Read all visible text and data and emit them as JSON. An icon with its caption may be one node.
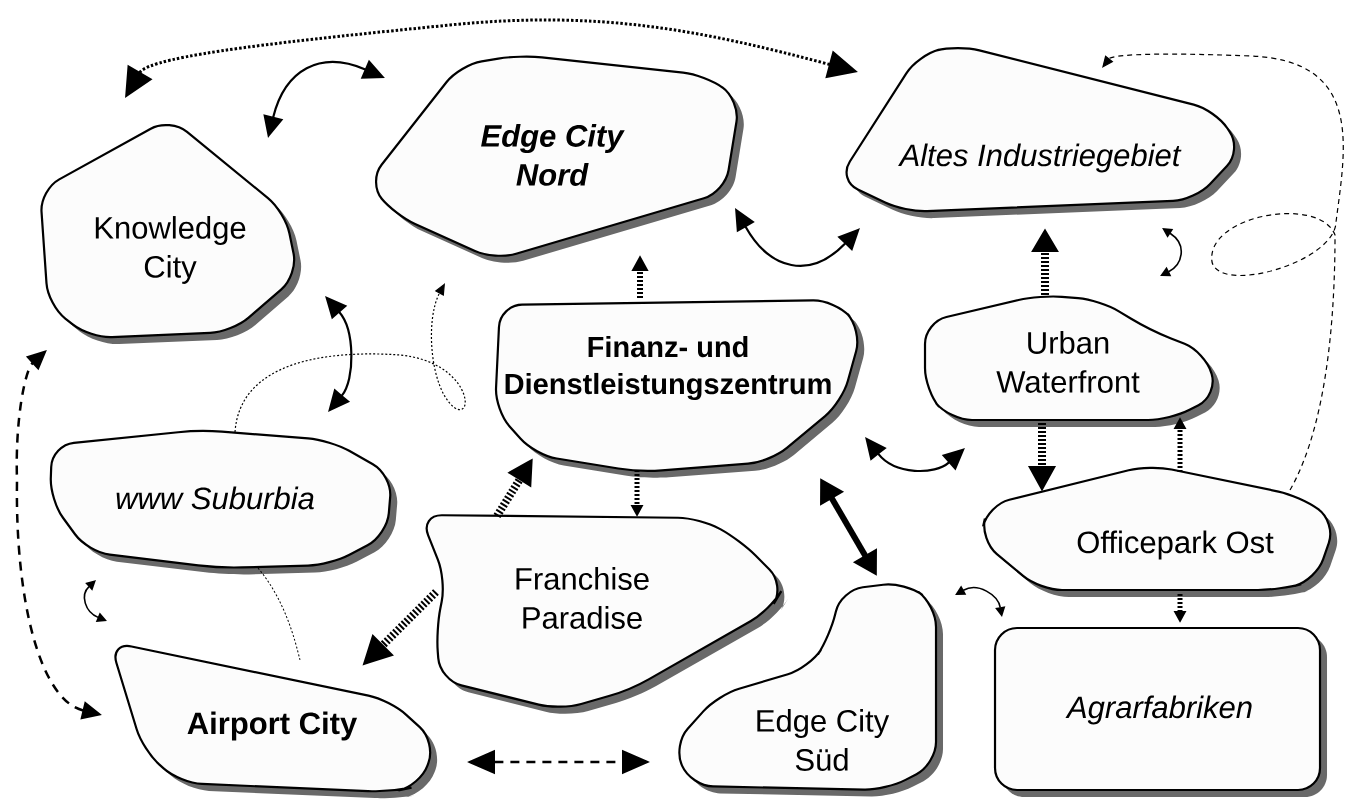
{
  "diagram": {
    "nodes": [
      {
        "text": [
          "Knowledge City"
        ]
      },
      {
        "text": [
          "Edge City Nord"
        ]
      },
      {
        "text": [
          "Altes Industriegebiet"
        ]
      },
      {
        "text": [
          "Finanz- und Dienstleistungszentrum"
        ]
      },
      {
        "text": [
          "Urban Waterfront"
        ]
      },
      {
        "text": [
          "www Suburbia"
        ]
      },
      {
        "text": [
          "Franchise Paradise"
        ]
      },
      {
        "text": [
          "Officepark Ost"
        ]
      },
      {
        "text": [
          "Airport City"
        ]
      },
      {
        "text": [
          "Edge City Süd"
        ]
      },
      {
        "text": [
          "Agrarfabriken"
        ]
      }
    ],
    "edges": [
      {
        "from": 0,
        "to": 2,
        "arrow": "both",
        "style": "dashed"
      },
      {
        "from": 0,
        "to": 1,
        "arrow": "both"
      },
      {
        "from": 1,
        "to": 2,
        "arrow": "both"
      },
      {
        "from": 3,
        "to": 1,
        "arrow": "to",
        "style": "dashed"
      },
      {
        "from": 4,
        "to": 2,
        "arrow": "to",
        "style": "dashed"
      },
      {
        "from": 2,
        "to": 4,
        "arrow": "both"
      },
      {
        "from": 7,
        "to": 2,
        "arrow": "to",
        "style": "dashed"
      },
      {
        "from": 0,
        "to": 5,
        "arrow": "both"
      },
      {
        "from": 5,
        "to": 1,
        "arrow": "to",
        "style": "dashed"
      },
      {
        "from": 8,
        "to": 0,
        "arrow": "both",
        "style": "dashed"
      },
      {
        "from": 5,
        "to": 8,
        "arrow": "both"
      },
      {
        "from": 5,
        "to": 8,
        "arrow": "none",
        "style": "dashed"
      },
      {
        "from": 6,
        "to": 3,
        "arrow": "to",
        "style": "dashed"
      },
      {
        "from": 3,
        "to": 6,
        "arrow": "to",
        "style": "dashed"
      },
      {
        "from": 6,
        "to": 8,
        "arrow": "to",
        "style": "dashed"
      },
      {
        "from": 3,
        "to": 4,
        "arrow": "both"
      },
      {
        "from": 3,
        "to": 9,
        "arrow": "both",
        "style": "thick"
      },
      {
        "from": 4,
        "to": 7,
        "arrow": "to",
        "style": "dashed"
      },
      {
        "from": 7,
        "to": 4,
        "arrow": "to",
        "style": "dashed"
      },
      {
        "from": 9,
        "to": 10,
        "arrow": "both"
      },
      {
        "from": 7,
        "to": 10,
        "arrow": "to",
        "style": "dashed"
      },
      {
        "from": 8,
        "to": 9,
        "arrow": "both",
        "style": "dashed"
      }
    ]
  }
}
